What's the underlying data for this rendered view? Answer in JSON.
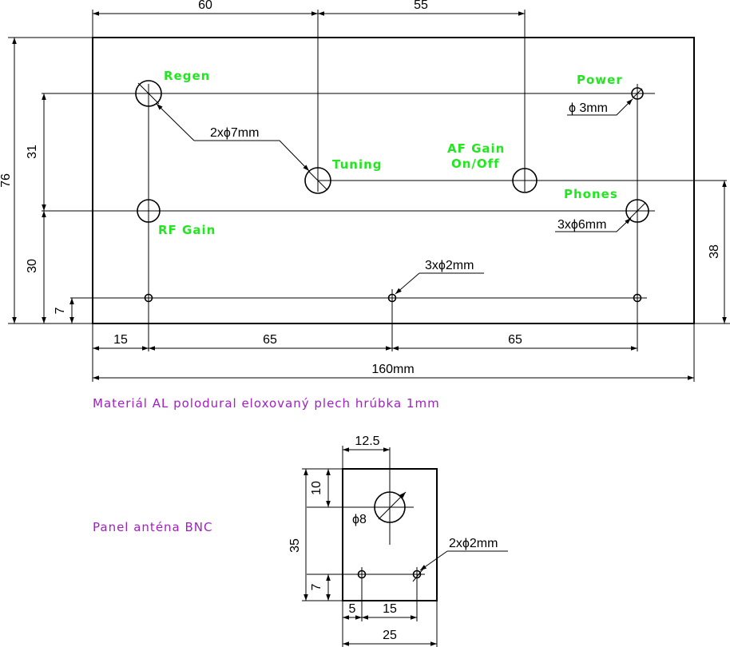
{
  "main_panel": {
    "dims": {
      "top_left": "60",
      "top_right": "55",
      "height_total": "76",
      "left_31": "31",
      "left_30": "30",
      "left_7": "7",
      "right_38": "38",
      "bottom_15": "15",
      "bottom_65a": "65",
      "bottom_65b": "65",
      "width_total": "160mm"
    },
    "labels": {
      "regen": "Regen",
      "power": "Power",
      "tuning": "Tuning",
      "af_gain_1": "AF Gain",
      "af_gain_2": "On/Off",
      "phones": "Phones",
      "rf_gain": "RF Gain"
    },
    "callouts": {
      "d3": "ϕ 3mm",
      "d7": "2xϕ7mm",
      "d6": "3xϕ6mm",
      "d2": "3xϕ2mm"
    }
  },
  "material_note": "Materiál AL polodural eloxovaný plech hrúbka 1mm",
  "bnc_panel": {
    "title": "Panel anténa BNC",
    "dims": {
      "top_12_5": "12.5",
      "left_10": "10",
      "left_35": "35",
      "left_7": "7",
      "bottom_5": "5",
      "bottom_15": "15",
      "bottom_25": "25"
    },
    "callouts": {
      "d8": "ϕ8",
      "d2": "2xϕ2mm"
    }
  },
  "colors": {
    "label_green": "#22e61f",
    "note_purple": "#a020c0",
    "line": "#000000"
  }
}
